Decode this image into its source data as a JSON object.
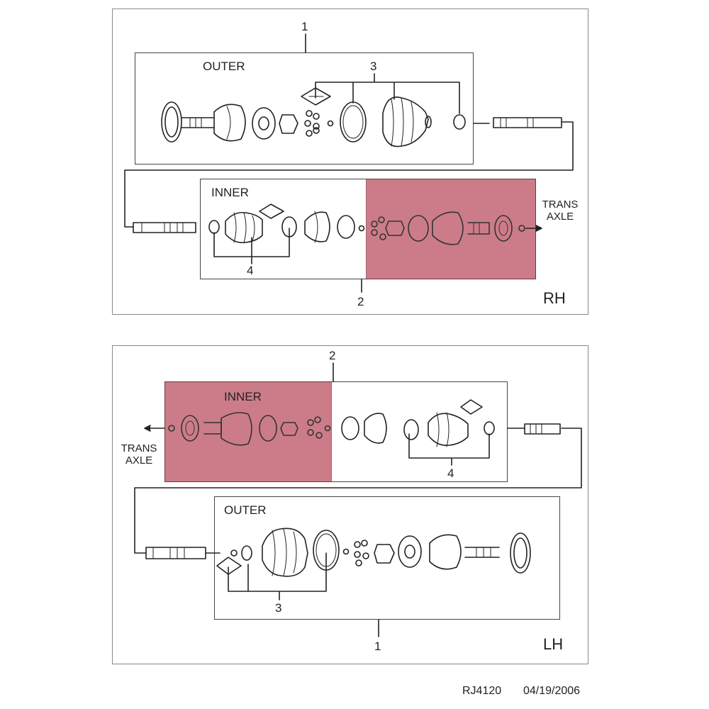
{
  "rh": {
    "side_label": "RH",
    "outer_label": "OUTER",
    "inner_label": "INNER",
    "callout_1": "1",
    "callout_2": "2",
    "callout_3": "3",
    "callout_4": "4",
    "trans_line1": "TRANS",
    "trans_line2": "AXLE"
  },
  "lh": {
    "side_label": "LH",
    "outer_label": "OUTER",
    "inner_label": "INNER",
    "callout_1": "1",
    "callout_2": "2",
    "callout_3": "3",
    "callout_4": "4",
    "trans_line1": "TRANS",
    "trans_line2": "AXLE"
  },
  "footer": {
    "code": "RJ4120",
    "date": "04/19/2006"
  },
  "colors": {
    "highlight": "#b94a5c",
    "line": "#222222",
    "frame": "#888888"
  }
}
